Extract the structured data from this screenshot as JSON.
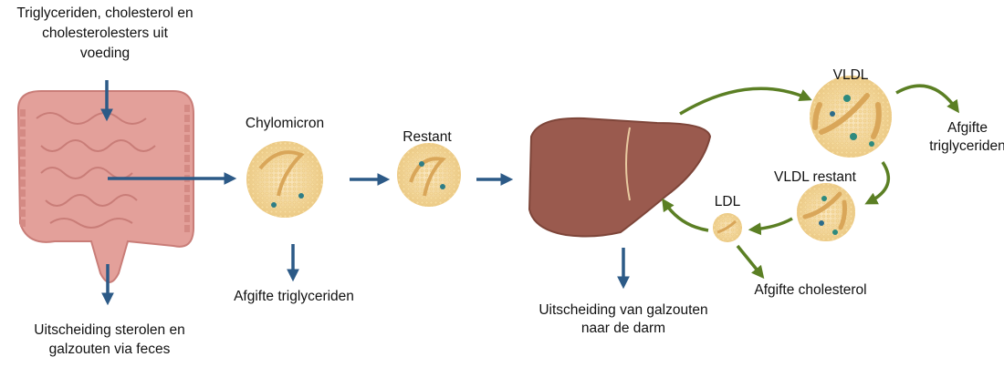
{
  "labels": {
    "diet_line1": "Triglyceriden, cholesterol en",
    "diet_line2": "cholesterolesters uit",
    "diet_line3": "voeding",
    "chylomicron": "Chylomicron",
    "chylo_release": "Afgifte triglyceriden",
    "remnant": "Restant",
    "vldl": "VLDL",
    "vldl_release_line1": "Afgifte",
    "vldl_release_line2": "triglyceriden",
    "vldl_remnant": "VLDL restant",
    "ldl": "LDL",
    "ldl_release": "Afgifte cholesterol",
    "bile_line1": "Uitscheiding van galzouten",
    "bile_line2": "naar de darm",
    "feces_line1": "Uitscheiding sterolen en",
    "feces_line2": "galzouten via feces"
  },
  "colors": {
    "blue_arrow": "#2c5a87",
    "green_arrow": "#5b7f24",
    "particle": "#f3d9a0",
    "liver": "#9a5a4e",
    "intestine": "#e3a09a"
  }
}
